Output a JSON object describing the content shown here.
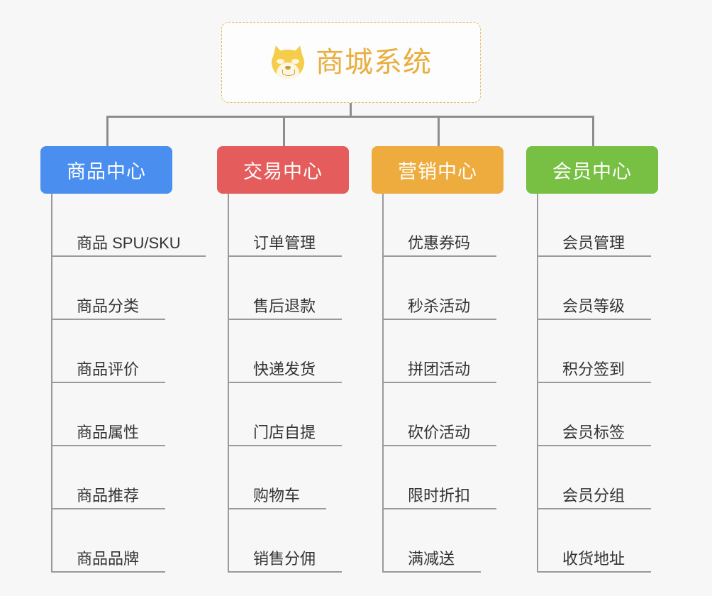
{
  "background": "#f7f7f7",
  "root": {
    "title": "商城系统",
    "icon": "shiba-dog-icon",
    "title_color": "#e8ae3e",
    "border_color": "#eab95e"
  },
  "connector_color": "#8d8d8d",
  "columns": [
    {
      "id": "product-center",
      "label": "商品中心",
      "color": "#4a8ef0",
      "items": [
        "商品 SPU/SKU",
        "商品分类",
        "商品评价",
        "商品属性",
        "商品推荐",
        "商品品牌"
      ]
    },
    {
      "id": "trade-center",
      "label": "交易中心",
      "color": "#e55c5c",
      "items": [
        "订单管理",
        "售后退款",
        "快递发货",
        "门店自提",
        "购物车",
        "销售分佣"
      ]
    },
    {
      "id": "marketing-center",
      "label": "营销中心",
      "color": "#eeac3e",
      "items": [
        "优惠券码",
        "秒杀活动",
        "拼团活动",
        "砍价活动",
        "限时折扣",
        "满减送"
      ]
    },
    {
      "id": "member-center",
      "label": "会员中心",
      "color": "#78c043",
      "items": [
        "会员管理",
        "会员等级",
        "积分签到",
        "会员标签",
        "会员分组",
        "收货地址"
      ]
    }
  ]
}
